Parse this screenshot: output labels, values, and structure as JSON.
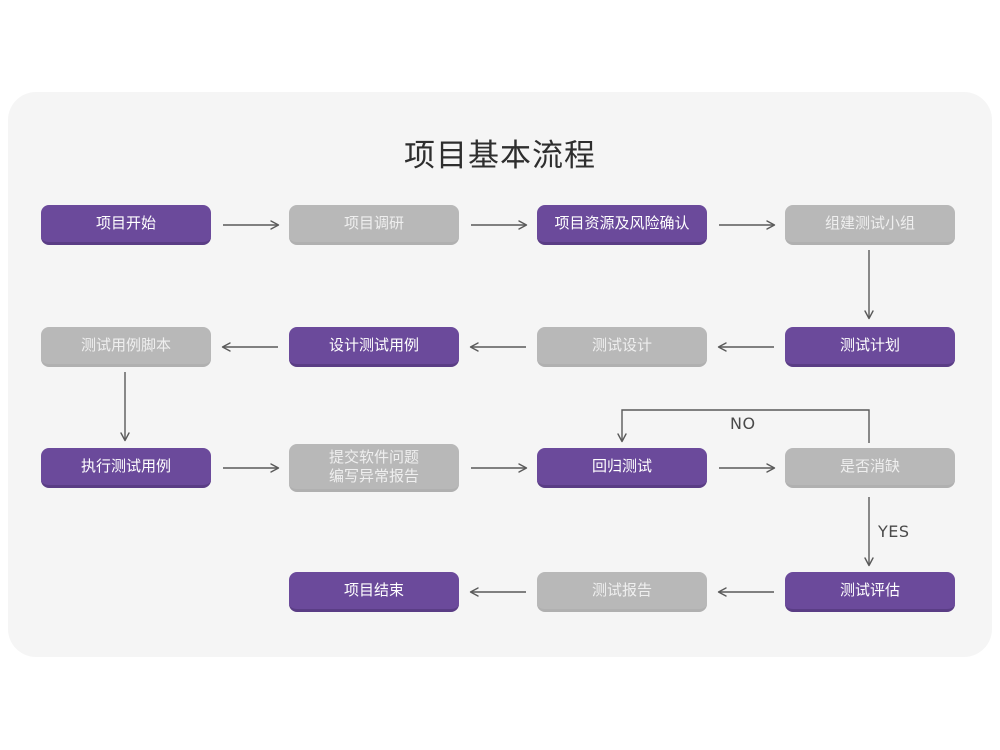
{
  "diagram": {
    "title": "项目基本流程",
    "type": "flowchart",
    "colors": {
      "panel_background": "#f5f5f5",
      "page_background": "#ffffff",
      "active_node": "#6b4a9b",
      "active_node_shadow": "#5a3d85",
      "inactive_node": "#b8b8b8",
      "active_node_text": "#ffffff",
      "inactive_node_text": "#efefef",
      "connector": "#5a5a5a",
      "title_text": "#2e2e2e"
    },
    "nodes": [
      {
        "id": "n1",
        "label": "项目开始",
        "style": "purple",
        "row": 1,
        "col": 1
      },
      {
        "id": "n2",
        "label": "项目调研",
        "style": "gray",
        "row": 1,
        "col": 2
      },
      {
        "id": "n3",
        "label": "项目资源及风险确认",
        "style": "purple",
        "row": 1,
        "col": 3
      },
      {
        "id": "n4",
        "label": "组建测试小组",
        "style": "gray",
        "row": 1,
        "col": 4
      },
      {
        "id": "n5",
        "label": "测试用例脚本",
        "style": "gray",
        "row": 2,
        "col": 1
      },
      {
        "id": "n6",
        "label": "设计测试用例",
        "style": "purple",
        "row": 2,
        "col": 2
      },
      {
        "id": "n7",
        "label": "测试设计",
        "style": "gray",
        "row": 2,
        "col": 3
      },
      {
        "id": "n8",
        "label": "测试计划",
        "style": "purple",
        "row": 2,
        "col": 4
      },
      {
        "id": "n9",
        "label": "执行测试用例",
        "style": "purple",
        "row": 3,
        "col": 1
      },
      {
        "id": "n10",
        "label": "提交软件问题\n编写异常报告",
        "style": "gray",
        "row": 3,
        "col": 2
      },
      {
        "id": "n11",
        "label": "回归测试",
        "style": "purple",
        "row": 3,
        "col": 3
      },
      {
        "id": "n12",
        "label": "是否消缺",
        "style": "gray",
        "row": 3,
        "col": 4
      },
      {
        "id": "n13",
        "label": "项目结束",
        "style": "purple",
        "row": 4,
        "col": 2
      },
      {
        "id": "n14",
        "label": "测试报告",
        "style": "gray",
        "row": 4,
        "col": 3
      },
      {
        "id": "n15",
        "label": "测试评估",
        "style": "purple",
        "row": 4,
        "col": 4
      }
    ],
    "edge_labels": {
      "no": "NO",
      "yes": "YES"
    }
  }
}
